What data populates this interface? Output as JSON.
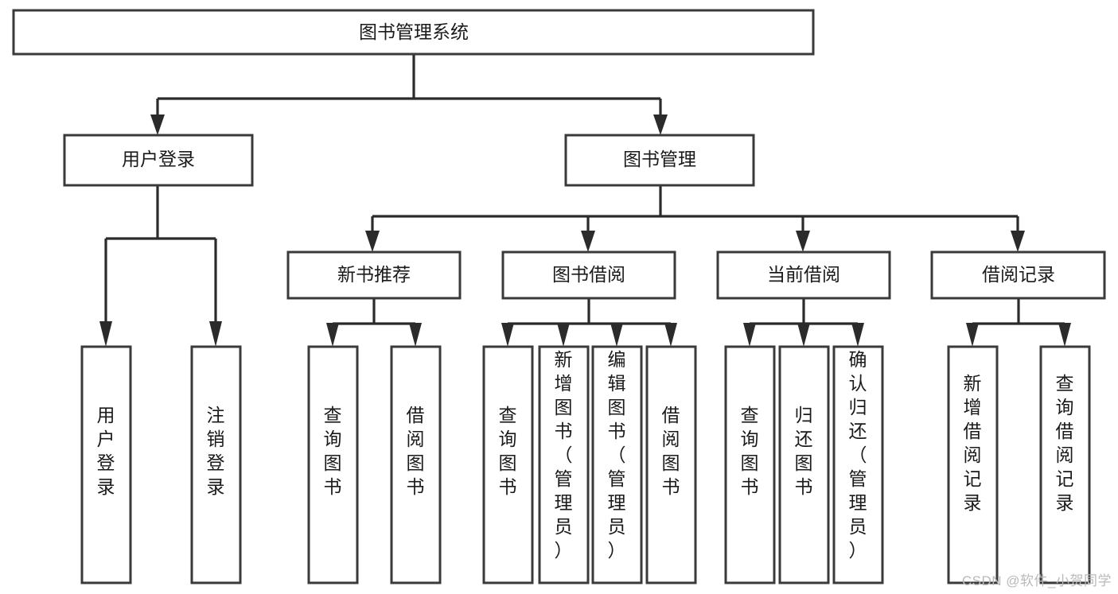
{
  "diagram": {
    "type": "tree",
    "title": "图书管理系统",
    "orientation": "top-down",
    "background_color": "#ffffff",
    "box_stroke_color": "#3a3a3a",
    "connector_color": "#2b2b2b",
    "text_color": "#1a1a1a"
  },
  "root": {
    "label": "图书管理系统"
  },
  "level2": {
    "user_login": {
      "label": "用户登录"
    },
    "book_manage": {
      "label": "图书管理"
    }
  },
  "level3": {
    "new_book_recommend": {
      "label": "新书推荐"
    },
    "book_borrow": {
      "label": "图书借阅"
    },
    "current_borrow": {
      "label": "当前借阅"
    },
    "borrow_record": {
      "label": "借阅记录"
    }
  },
  "leaves": {
    "user_login": [
      {
        "label": "用户登录"
      },
      {
        "label": "注销登录"
      }
    ],
    "new_book_recommend": [
      {
        "label": "查询图书"
      },
      {
        "label": "借阅图书"
      }
    ],
    "book_borrow": [
      {
        "label": "查询图书"
      },
      {
        "label": "新增图书（管理员）"
      },
      {
        "label": "编辑图书（管理员）"
      },
      {
        "label": "借阅图书"
      }
    ],
    "current_borrow": [
      {
        "label": "查询图书"
      },
      {
        "label": "归还图书"
      },
      {
        "label": "确认归还（管理员）"
      }
    ],
    "borrow_record": [
      {
        "label": "新增借阅记录"
      },
      {
        "label": "查询借阅记录"
      }
    ]
  },
  "watermark": {
    "text": "CSDN @软件_小贺同学"
  }
}
